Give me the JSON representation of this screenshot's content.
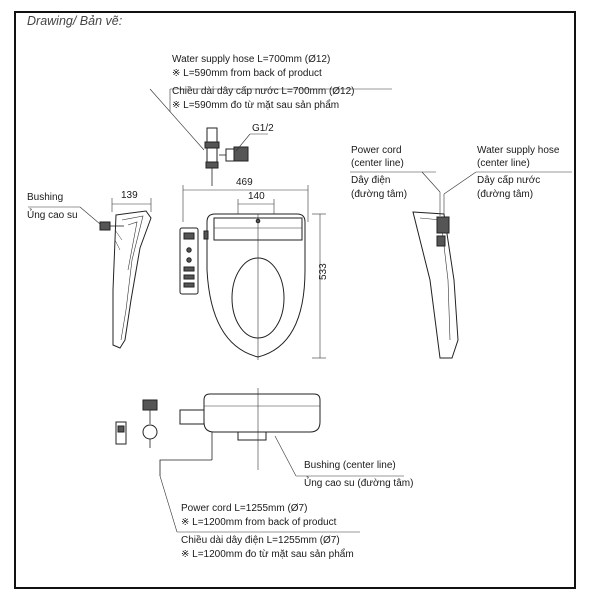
{
  "title": "Drawing/ Bản vẽ:",
  "labels": {
    "water_hose_top": [
      "Water supply hose L=700mm (Ø12)",
      "※ L=590mm from back of product",
      "Chiều dài dây cấp nước L=700mm (Ø12)",
      "※ L=590mm đo từ mặt sau sản phẩm"
    ],
    "g12": "G1/2",
    "bushing_en": "Bushing",
    "bushing_vi": "Ủng cao su",
    "power_cord_center": [
      "Power cord",
      "(center line)"
    ],
    "power_cord_center_vi": [
      "Dây điện",
      "(đường tâm)"
    ],
    "water_hose_center": [
      "Water supply hose",
      "(center line)"
    ],
    "water_hose_center_vi": [
      "Dây cấp nước",
      "(đường tâm)"
    ],
    "bushing_center_en": "Bushing (center line)",
    "bushing_center_vi": "Ủng cao su (đường tâm)",
    "power_cord_bottom": [
      "Power cord L=1255mm (Ø7)",
      "※ L=1200mm from back of product",
      "Chiều dài dây điện L=1255mm (Ø7)",
      "※ L=1200mm đo từ mặt sau sản phẩm"
    ]
  },
  "dimensions": {
    "side_depth": "139",
    "overall_width": "469",
    "inner_width": "140",
    "overall_length": "533"
  }
}
